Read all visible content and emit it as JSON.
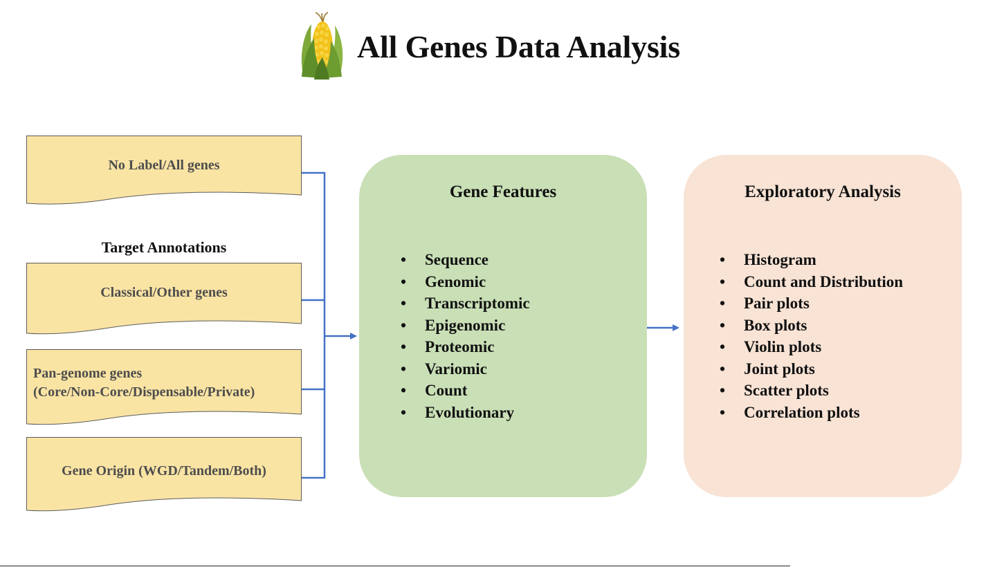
{
  "header": {
    "title": "All Genes Data Analysis",
    "logo_icon": "corn-icon"
  },
  "inputs": {
    "boxes": [
      {
        "label": "No Label/All  genes"
      },
      {
        "label": "Classical/Other   genes"
      },
      {
        "label_line1": "Pan-genome genes",
        "label_line2": "(Core/Non-Core/Dispensable/Private)"
      },
      {
        "label": "Gene Origin  (WGD/Tandem/Both)"
      }
    ],
    "group_label": "Target Annotations",
    "box_fill": "#fae4a4",
    "box_stroke": "#5a5a5a"
  },
  "features": {
    "title": "Gene Features",
    "items": [
      "Sequence",
      "Genomic",
      "Transcriptomic",
      "Epigenomic",
      "Proteomic",
      "Variomic",
      "Count",
      "Evolutionary"
    ],
    "fill": "#c9dfb6"
  },
  "analysis": {
    "title": "Exploratory Analysis",
    "items": [
      "Histogram",
      "Count and Distribution",
      "Pair plots",
      "Box plots",
      "Violin plots",
      "Joint plots",
      "Scatter plots",
      "Correlation plots"
    ],
    "fill": "#f8e3d5"
  },
  "bullet": "•",
  "connector_color": "#4472c4"
}
